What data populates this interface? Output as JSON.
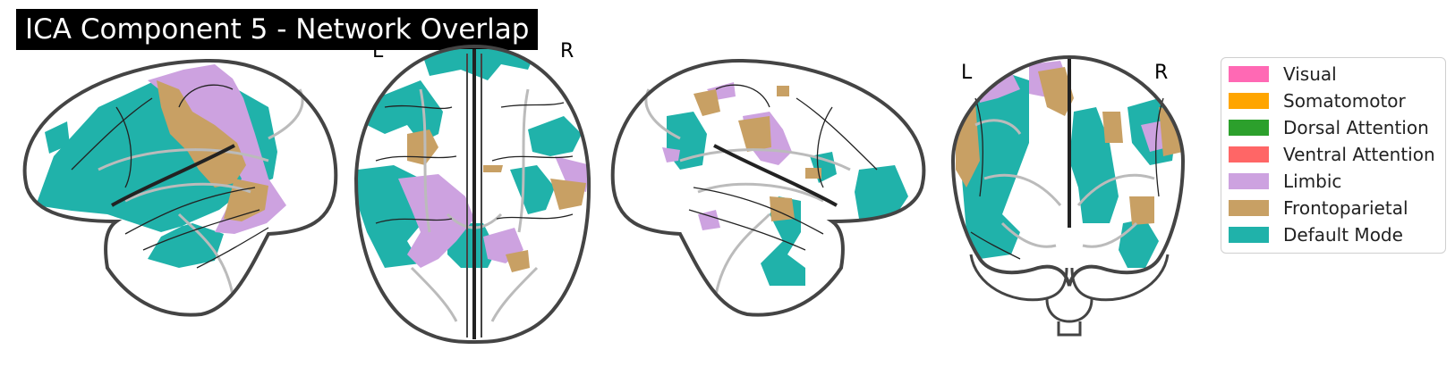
{
  "title": "ICA Component 5 - Network Overlap",
  "views": {
    "axial": {
      "left_label": "L",
      "right_label": "R"
    },
    "coronal": {
      "left_label": "L",
      "right_label": "R"
    }
  },
  "legend": {
    "items": [
      {
        "label": "Visual",
        "color": "#ff69b4"
      },
      {
        "label": "Somatomotor",
        "color": "#ffa500"
      },
      {
        "label": "Dorsal Attention",
        "color": "#2ca02c"
      },
      {
        "label": "Ventral Attention",
        "color": "#ff6666"
      },
      {
        "label": "Limbic",
        "color": "#cda2e0"
      },
      {
        "label": "Frontoparietal",
        "color": "#c8a064"
      },
      {
        "label": "Default Mode",
        "color": "#20b2aa"
      }
    ]
  },
  "colors": {
    "outline": "#444444",
    "internal_structures": "#bbbbbb",
    "sulci": "#222222"
  }
}
